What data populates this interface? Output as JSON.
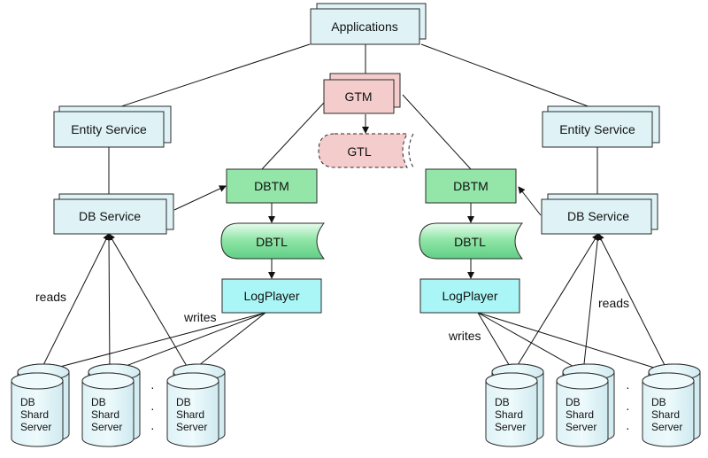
{
  "nodes": {
    "applications": "Applications",
    "gtm": "GTM",
    "gtl": "GTL",
    "entity_service": "Entity Service",
    "db_service": "DB Service",
    "dbtm": "DBTM",
    "dbtl": "DBTL",
    "logplayer": "LogPlayer"
  },
  "db_shard_lines": [
    "DB",
    "Shard",
    "Server"
  ],
  "edge_labels": {
    "reads": "reads",
    "writes": "writes"
  },
  "ellipsis": "·",
  "colors": {
    "service_fill": "#dff3f7",
    "service_stroke": "#2a2a2a",
    "gtm_fill": "#f4cccc",
    "dbtm_fill": "#93e6a8",
    "logplayer_fill": "#aaf5f5"
  }
}
